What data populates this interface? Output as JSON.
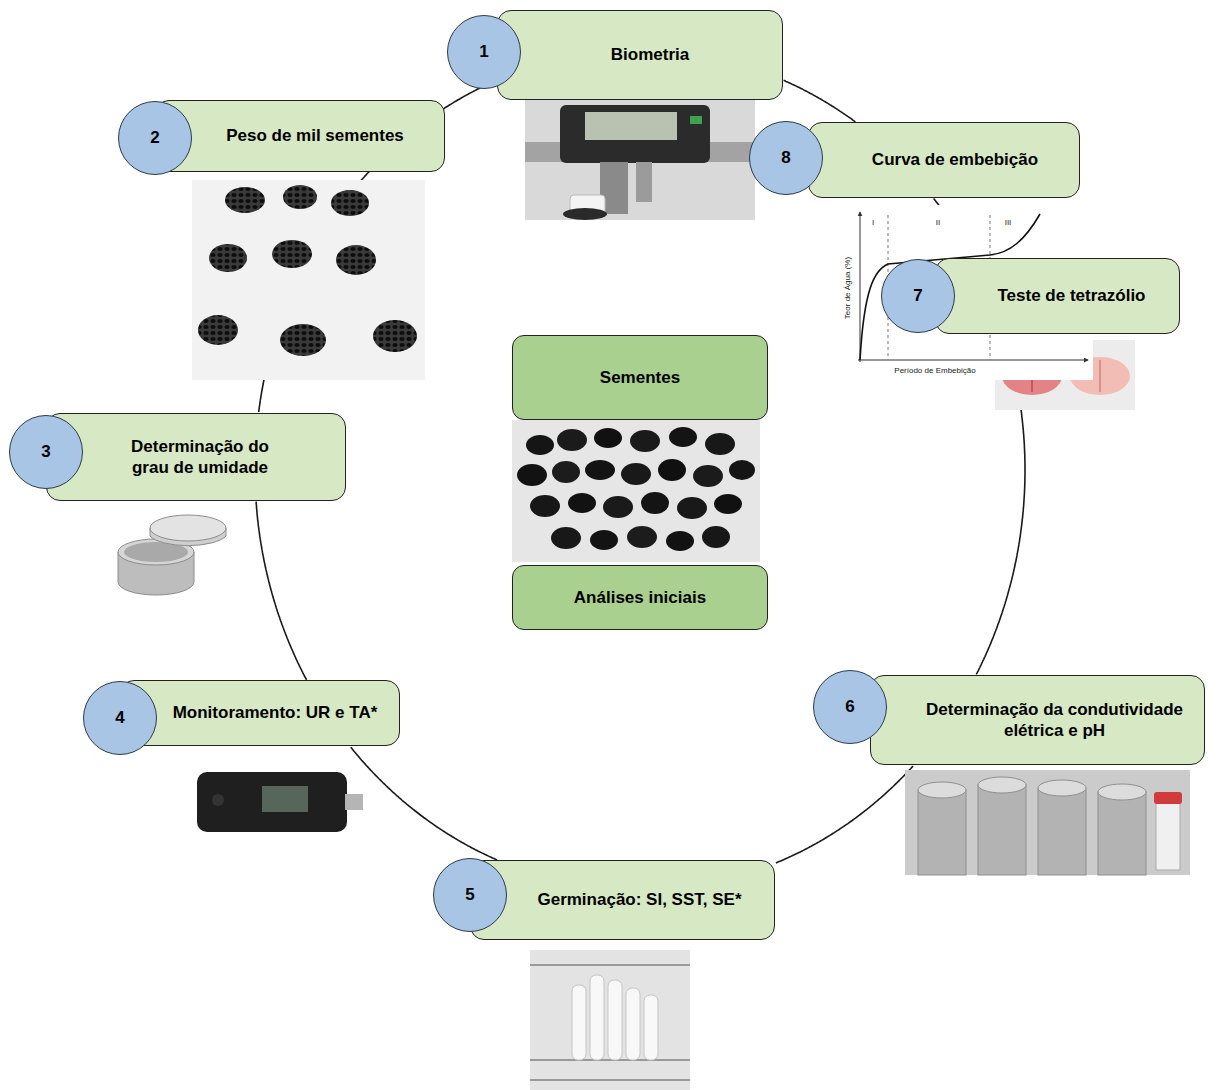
{
  "diagram": {
    "nodes": [
      {
        "text": [
          "1"
        ]
      },
      {
        "text": [
          "Biometria"
        ]
      },
      {
        "text": [
          "2"
        ]
      },
      {
        "text": [
          "Peso de mil sementes"
        ]
      },
      {
        "text": [
          "8"
        ]
      },
      {
        "text": [
          "Curva de embebição"
        ]
      },
      {
        "text": [
          "7"
        ]
      },
      {
        "text": [
          "Teste de tetrazólio"
        ]
      },
      {
        "text": [
          "Sementes"
        ]
      },
      {
        "text": [
          "3"
        ]
      },
      {
        "text": [
          "Determinação do grau de umidade"
        ]
      },
      {
        "text": [
          "Análises iniciais"
        ]
      },
      {
        "text": [
          "4"
        ]
      },
      {
        "text": [
          "Monitoramento: UR e TA*"
        ]
      },
      {
        "text": [
          "6"
        ]
      },
      {
        "text": [
          "Determinação da condutividade elétrica e pH"
        ]
      },
      {
        "text": [
          "5"
        ]
      },
      {
        "text": [
          "Germinação: SI, SST, SE*"
        ]
      }
    ],
    "edges": [
      {
        "from": 1,
        "to": 3,
        "arrow": "none"
      },
      {
        "from": 3,
        "to": 10,
        "arrow": "none"
      },
      {
        "from": 10,
        "to": 13,
        "arrow": "none"
      },
      {
        "from": 13,
        "to": 17,
        "arrow": "none"
      },
      {
        "from": 17,
        "to": 15,
        "arrow": "none"
      },
      {
        "from": 15,
        "to": 7,
        "arrow": "none"
      },
      {
        "from": 7,
        "to": 5,
        "arrow": "none"
      },
      {
        "from": 5,
        "to": 1,
        "arrow": "none"
      }
    ],
    "labels": [
      "I",
      "II",
      "III",
      "Teor de Água (%)",
      "Período de Embebição"
    ]
  }
}
